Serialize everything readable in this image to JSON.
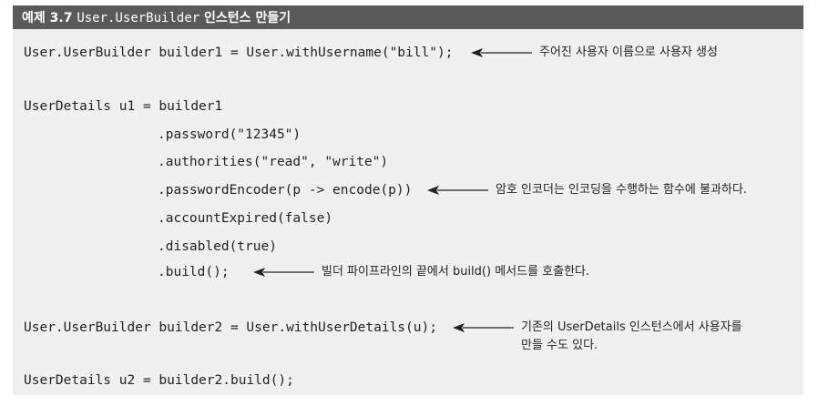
{
  "header": {
    "title_prefix": "예제 3.7 ",
    "title_code": "User.UserBuilder",
    "title_suffix": " 인스턴스 만들기"
  },
  "code_lines": [
    "User.UserBuilder builder1 = User.withUsername(\"bill\");",
    "UserDetails u1 = builder1",
    ".password(\"12345\")",
    ".authorities(\"read\", \"write\")",
    ".passwordEncoder(p -> encode(p))",
    ".accountExpired(false)",
    ".disabled(true)",
    ".build();",
    "User.UserBuilder builder2 = User.withUserDetails(u);",
    "UserDetails u2 = builder2.build();"
  ],
  "annotations": [
    "주어진 사용자 이름으로 사용자 생성",
    "암호 인코더는 인코딩을 수행하는 함수에 불과하다.",
    "빌더 파이프라인의 끝에서 build() 메서드를 호출한다.",
    "기존의 UserDetails 인스턴스에서 사용자를",
    "만들 수도 있다."
  ]
}
